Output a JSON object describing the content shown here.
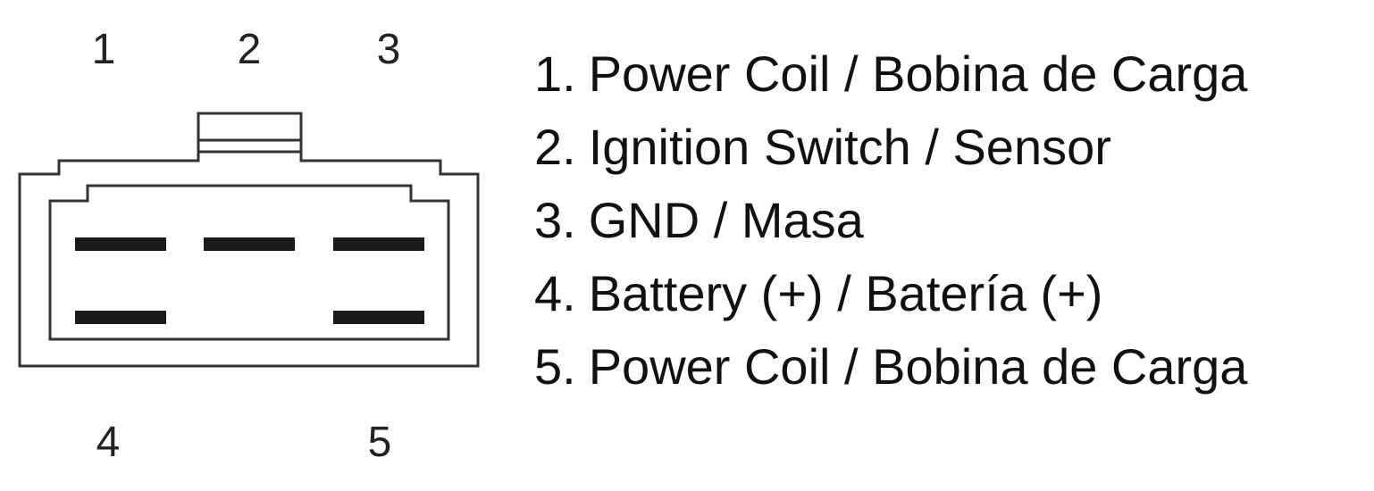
{
  "pin_labels": {
    "top": [
      "1",
      "2",
      "3"
    ],
    "bottom": [
      "4",
      "5"
    ]
  },
  "legend": [
    {
      "number": "1.",
      "text": "Power Coil / Bobina de Carga"
    },
    {
      "number": "2.",
      "text": "Ignition Switch / Sensor"
    },
    {
      "number": "3.",
      "text": "GND / Masa"
    },
    {
      "number": "4.",
      "text": "Battery (+) / Batería (+)"
    },
    {
      "number": "5.",
      "text": "Power Coil / Bobina de Carga"
    }
  ]
}
